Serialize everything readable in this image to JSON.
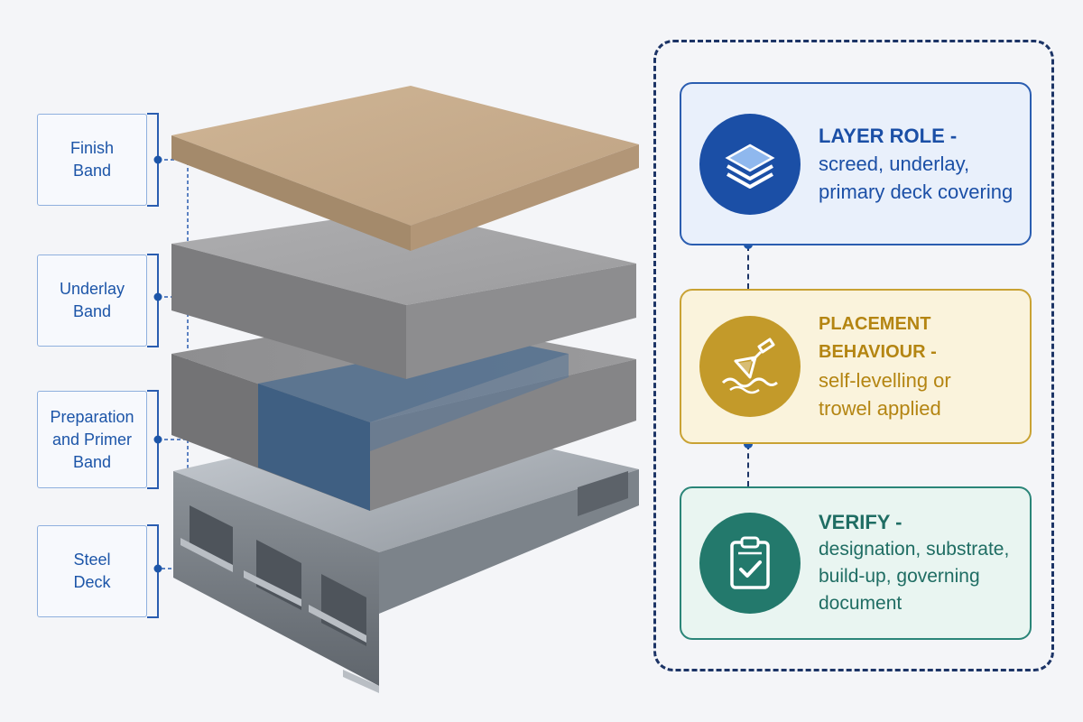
{
  "bands": [
    {
      "label": "Finish\nBand"
    },
    {
      "label": "Underlay\nBand"
    },
    {
      "label": "Preparation\nand Primer\nBand"
    },
    {
      "label": "Steel\nDeck"
    }
  ],
  "cards": [
    {
      "title": "LAYER ROLE -",
      "desc": "screed, underlay,\nprimary deck covering",
      "icon": "layers-icon",
      "accent": "#1b4fa6"
    },
    {
      "title": "PLACEMENT BEHAVIOUR -",
      "desc": "self-levelling or\ntrowel applied",
      "icon": "trowel-icon",
      "accent": "#c39a2a"
    },
    {
      "title": "VERIFY -",
      "desc": "designation, substrate,\nbuild-up, governing\ndocument",
      "icon": "clipboard-check-icon",
      "accent": "#23796c"
    }
  ],
  "colors": {
    "finish": "#c8ad8d",
    "underlay": "#a3a3a5",
    "primer_band": "#55708f",
    "steel": "#9ea4ab",
    "frame": "#1c3466"
  }
}
